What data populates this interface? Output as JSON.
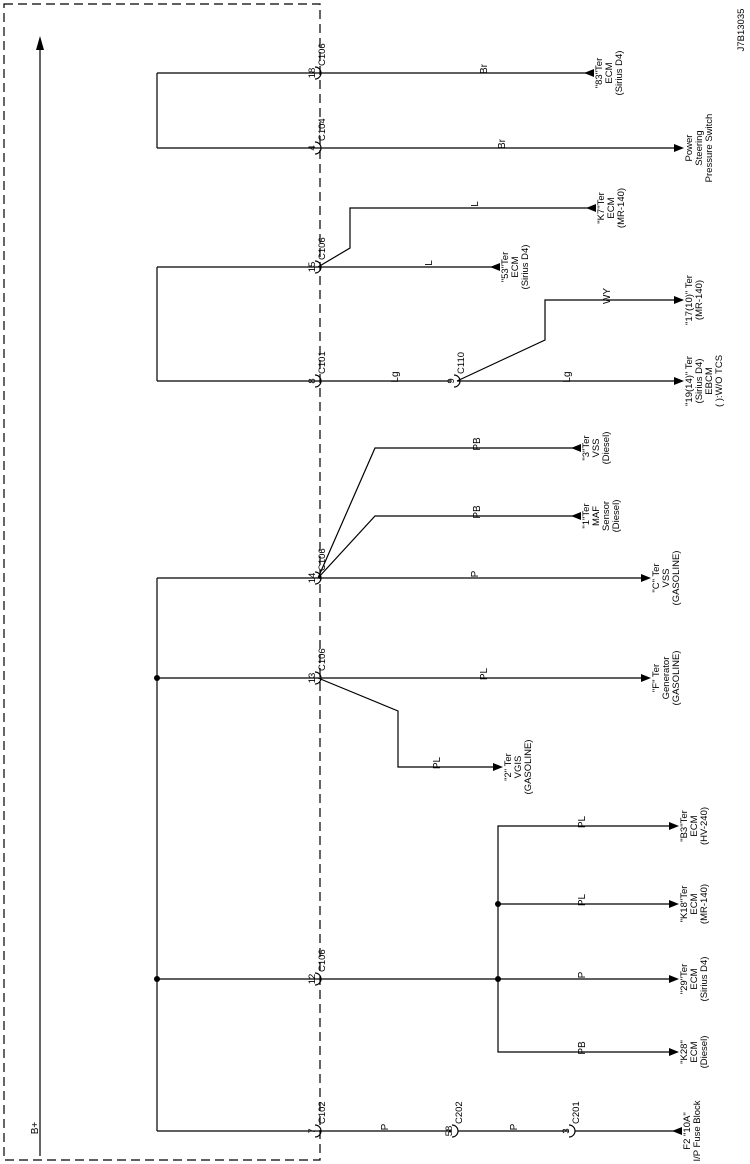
{
  "diagram_id": "J7B13035",
  "power_label": "B+",
  "connectors": [
    {
      "pin": "18",
      "name": "C106"
    },
    {
      "pin": "4",
      "name": "C104"
    },
    {
      "pin": "15",
      "name": "C106"
    },
    {
      "pin": "8",
      "name": "C101"
    },
    {
      "pin": "9",
      "name": "C110"
    },
    {
      "pin": "14",
      "name": "C106"
    },
    {
      "pin": "13",
      "name": "C106"
    },
    {
      "pin": "12",
      "name": "C106"
    },
    {
      "pin": "7",
      "name": "C102"
    },
    {
      "pin": "58",
      "name": "C202"
    },
    {
      "pin": "3",
      "name": "C201"
    }
  ],
  "wires": [
    {
      "color": "Br",
      "target": [
        "\"83\"Ter",
        "ECM",
        "(Sirius D4)"
      ]
    },
    {
      "color": "Br",
      "target": [
        "Power",
        "Steering",
        "Pressure Switch"
      ]
    },
    {
      "color": "L",
      "target": [
        "\"K7\"Ter",
        "ECM",
        "(MR-140)"
      ]
    },
    {
      "color": "L",
      "target": [
        "\"53\"Ter",
        "ECM",
        "(Sirius D4)"
      ]
    },
    {
      "color": "WY",
      "target": [
        "\"17(10)\" Ter",
        "(MR-140)"
      ]
    },
    {
      "color": "Lg",
      "target": [
        "\"19(14)\" Ter",
        "(Sirius D4)",
        "EBCM",
        "( ):W/O TCS"
      ]
    },
    {
      "color": "PB",
      "target": [
        "\"3\"Ter",
        "VSS",
        "(Diesel)"
      ]
    },
    {
      "color": "PB",
      "target": [
        "\"1\"Ter",
        "MAF",
        "Sensor",
        "(Diesel)"
      ]
    },
    {
      "color": "P",
      "target": [
        "\"C\" Ter",
        "VSS",
        "(GASOLINE)"
      ]
    },
    {
      "color": "PL",
      "target": [
        "\"F\" Ter",
        "Generator",
        "(GASOLINE)"
      ]
    },
    {
      "color": "PL",
      "target": [
        "\"2\" Ter",
        "VGIS",
        "(GASOLINE)"
      ]
    },
    {
      "color": "PL",
      "target": [
        "\"B3\"Ter",
        "ECM",
        "(HV-240)"
      ]
    },
    {
      "color": "PL",
      "target": [
        "\"K18\"Ter",
        "ECM",
        "(MR-140)"
      ]
    },
    {
      "color": "P",
      "target": [
        "\"29\"Ter",
        "ECM",
        "(Sirius D4)"
      ]
    },
    {
      "color": "PB",
      "target": [
        "\"K28\"",
        "ECM",
        "(Diesel)"
      ]
    },
    {
      "color": "P",
      "target": [
        "F2 \"10A\"",
        "I/P Fuse Block"
      ]
    }
  ],
  "extra_wire_labels": [
    "Lg",
    "P",
    "P"
  ]
}
